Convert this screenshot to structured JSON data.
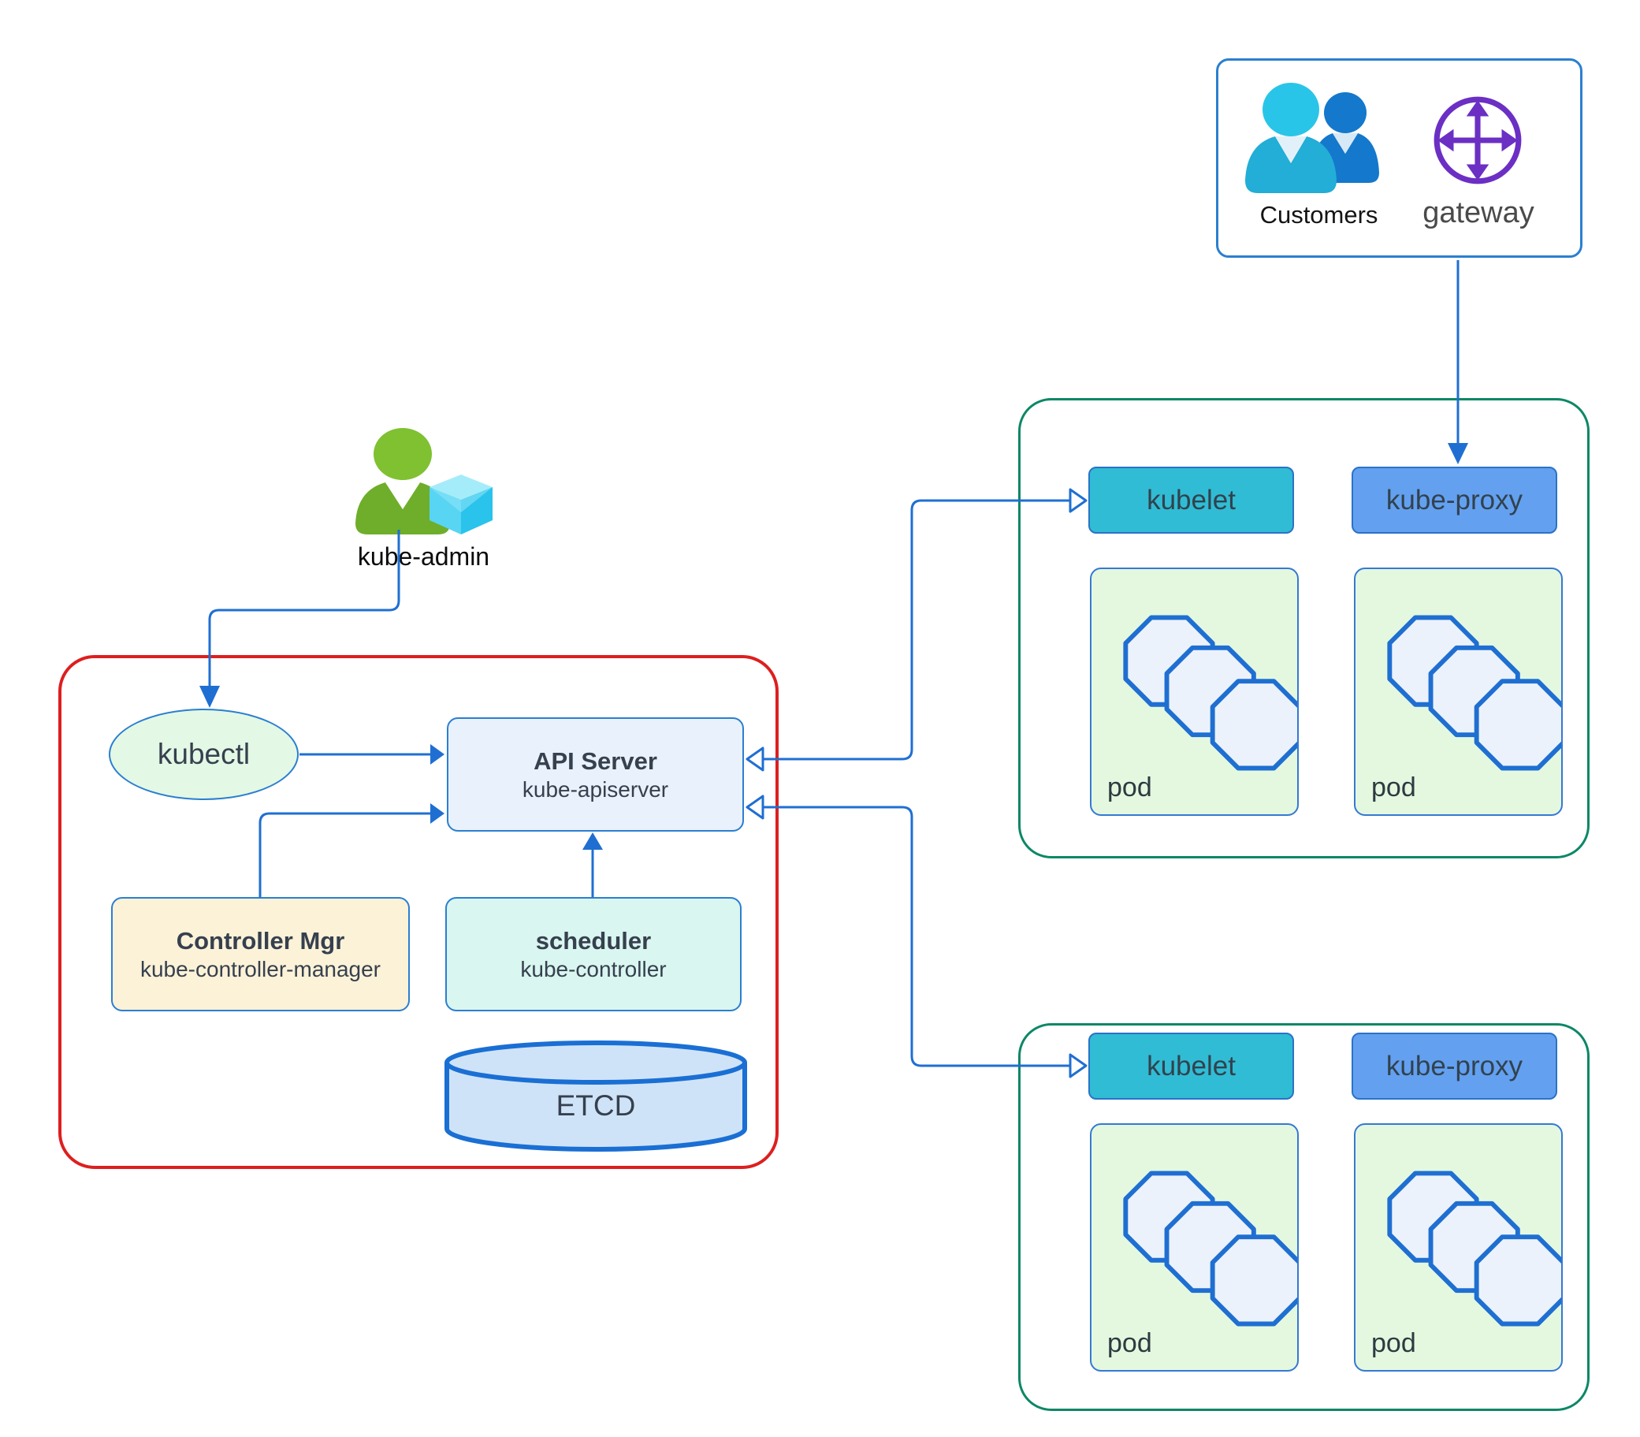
{
  "palette": {
    "connector_blue": "#1f6fd2",
    "box_border_blue": "#2b7fd0",
    "control_plane_border_red": "#dd1f1f",
    "node_border_green": "#0d8766",
    "kubectl_fill": "#e3f8e5",
    "api_server_fill": "#e9f1fc",
    "controller_mgr_fill": "#fcf2d8",
    "scheduler_fill": "#d9f6f0",
    "etcd_fill": "#cfe3f8",
    "etcd_border": "#1a6fd4",
    "kubelet_fill": "#30bcd4",
    "kube_proxy_fill": "#63a0f0",
    "pod_fill": "#e4f8e0",
    "pod_shape_fill": "#ecf2fb",
    "customers_icon_front": "#29c5e8",
    "customers_icon_back": "#1478cc",
    "gateway_icon_purple": "#6b2fc4",
    "admin_icon_green": "#7fc131",
    "admin_cube_cyan": "#29c2ea",
    "label_dark": "#36404e",
    "text_black": "#141414",
    "gateway_text_gray": "#4a4a4a"
  },
  "icons": {
    "customers": "two-people-icon",
    "gateway": "cross-arrows-network-icon",
    "kube_admin": "person-with-cube-icon",
    "pod": "stacked-octagons-icon",
    "etcd": "database-cylinder-icon"
  },
  "customers_panel": {
    "customers_label": "Customers",
    "gateway_label": "gateway"
  },
  "admin": {
    "label": "kube-admin"
  },
  "control_plane": {
    "kubectl_label": "kubectl",
    "api_server": {
      "title": "API Server",
      "subtitle": "kube-apiserver"
    },
    "controller_mgr": {
      "title": "Controller Mgr",
      "subtitle": "kube-controller-manager"
    },
    "scheduler": {
      "title": "scheduler",
      "subtitle": "kube-controller"
    },
    "etcd_label": "ETCD"
  },
  "nodes": [
    {
      "kubelet_label": "kubelet",
      "kube_proxy_label": "kube-proxy",
      "pods": [
        {
          "label": "pod"
        },
        {
          "label": "pod"
        }
      ]
    },
    {
      "kubelet_label": "kubelet",
      "kube_proxy_label": "kube-proxy",
      "pods": [
        {
          "label": "pod"
        },
        {
          "label": "pod"
        }
      ]
    }
  ]
}
